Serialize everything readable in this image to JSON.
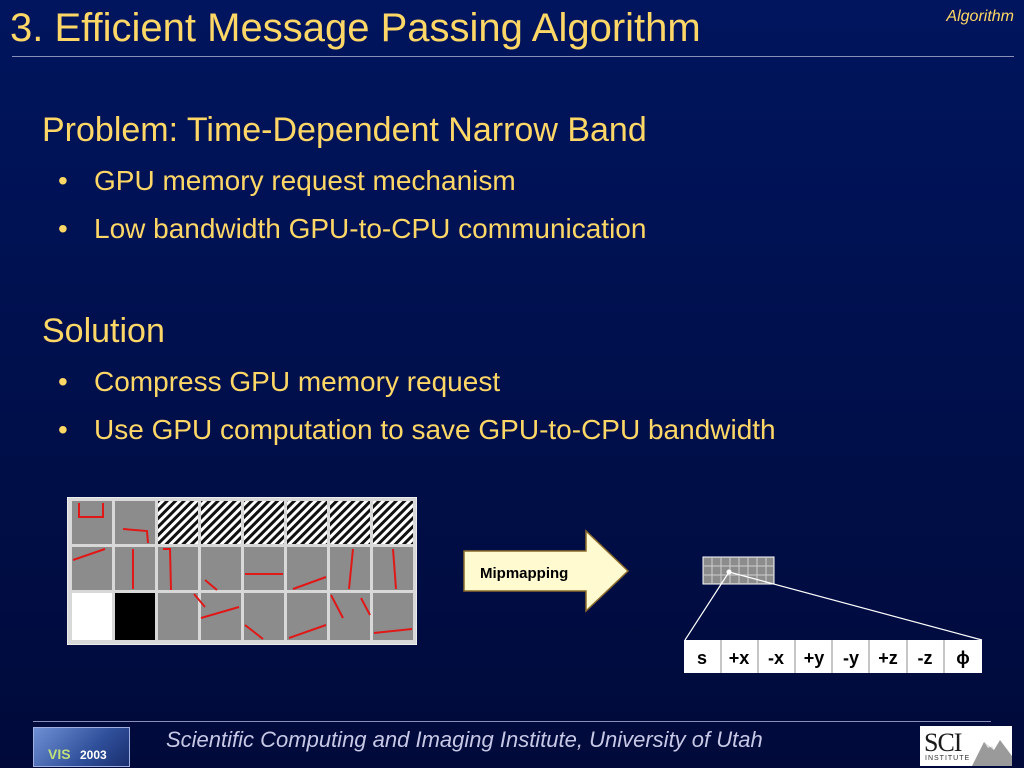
{
  "slide": {
    "title": "3. Efficient Message Passing Algorithm",
    "section_tag": "Algorithm",
    "problem": {
      "heading": "Problem: Time-Dependent Narrow Band",
      "bullets": [
        "GPU memory request mechanism",
        "Low bandwidth GPU-to-CPU communication"
      ]
    },
    "solution": {
      "heading": "Solution",
      "bullets": [
        "Compress GPU memory request",
        "Use GPU computation to save GPU-to-CPU bandwidth"
      ]
    },
    "bullet_glyph": "•"
  },
  "figure": {
    "arrow_label": "Mipmapping",
    "cells": [
      "s",
      "+x",
      "-x",
      "+y",
      "-y",
      "+z",
      "-z",
      "ϕ"
    ]
  },
  "footer": {
    "institute": "Scientific Computing and Imaging Institute, University of Utah",
    "vis_logo": "VIS 2003",
    "sci_logo": "SCI INSTITUTE"
  },
  "colors": {
    "background": "#00155e",
    "text": "#ffd766",
    "arrow_fill": "#fffad0",
    "cell_gray": "#8c8c8c",
    "curve_red": "#e01818"
  }
}
